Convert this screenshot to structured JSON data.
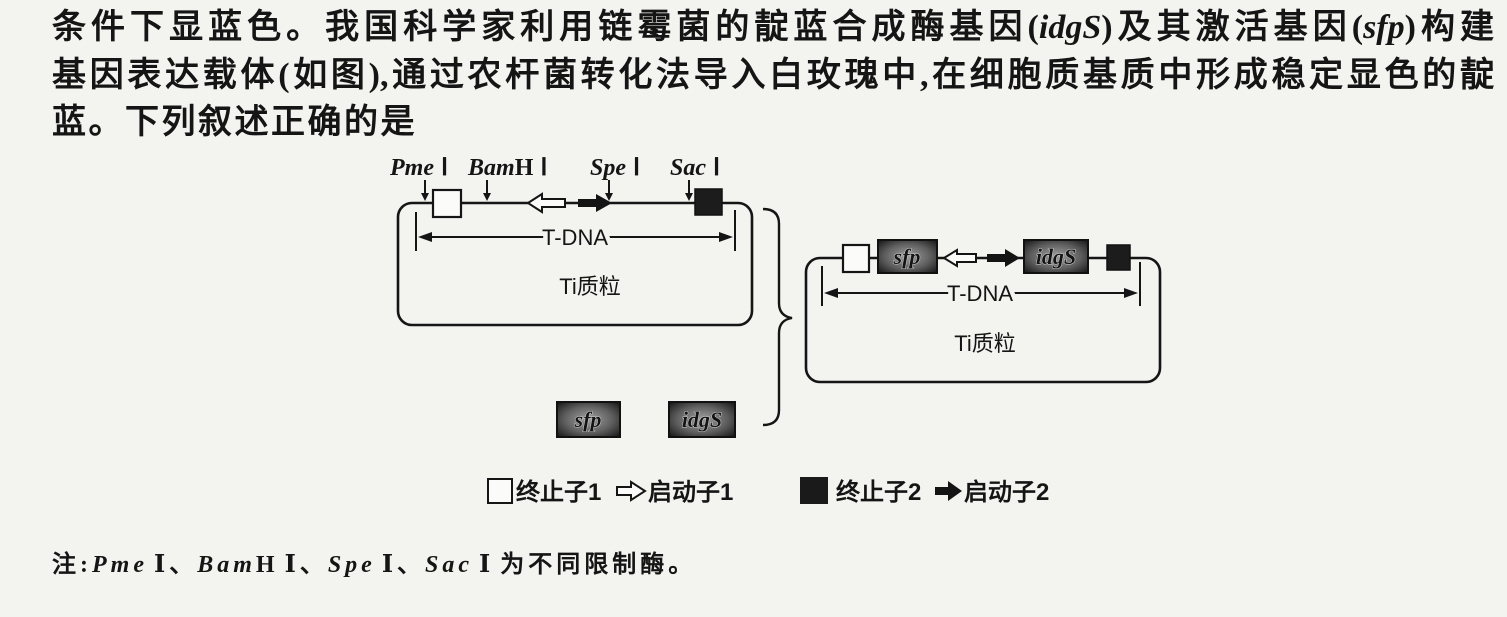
{
  "question": {
    "line1": {
      "text_a": "条件下显蓝色。我国科学家利用链霉菌的靛蓝合成酶基因(",
      "gene_a": "idgS",
      "text_b": ")及其激活基因(",
      "gene_b": "sfp",
      "text_c": ")构建"
    },
    "line2": "基因表达载体(如图),通过农杆菌转化法导入白玫瑰中,在细胞质基质中形成稳定显色的靛",
    "line3": "蓝。下列叙述正确的是"
  },
  "diagram": {
    "enzymes": [
      {
        "genus": "Pme",
        "strain": "",
        "numeral": "Ⅰ"
      },
      {
        "genus": "Bam",
        "strain": "H",
        "numeral": "Ⅰ"
      },
      {
        "genus": "Spe",
        "strain": "",
        "numeral": "Ⅰ"
      },
      {
        "genus": "Sac",
        "strain": "",
        "numeral": "Ⅰ"
      }
    ],
    "tdna_label": "T-DNA",
    "plasmid_label": "Ti质粒",
    "genes": [
      "sfp",
      "idgS"
    ],
    "legend": [
      {
        "icon": "white-square-icon",
        "label": "终止子1"
      },
      {
        "icon": "outline-arrow-right-icon",
        "label": "启动子1"
      },
      {
        "icon": "black-square-icon",
        "label": "终止子2"
      },
      {
        "icon": "black-arrow-right-icon",
        "label": "启动子2"
      }
    ]
  },
  "note": {
    "label": "注:",
    "separator": "、",
    "tail": "为不同限制酶。"
  }
}
